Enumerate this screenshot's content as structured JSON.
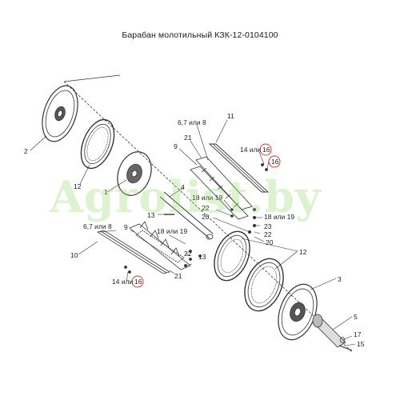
{
  "title": "Барабан молотильный КЗК-12-0104100",
  "watermark": "Agrolist.by",
  "colors": {
    "line": "#333333",
    "highlight": "#d23a3a",
    "watermark": "#96d76e"
  },
  "callouts": {
    "n2": "2",
    "n12a": "12",
    "n1": "1",
    "n4": "4",
    "n678a": "6,7 или 8",
    "n11": "11",
    "n21a": "21",
    "n9a": "9",
    "n14a_prefix": "14 или",
    "n16a": "16",
    "n16b": "16",
    "n18a": "18 или 19",
    "n22a": "22",
    "n20a": "20",
    "n18b": "18 или 19",
    "n23": "23",
    "n22b": "22",
    "n20b": "20",
    "n13a": "13",
    "n678b": "6,7 или 8",
    "n9b": "9",
    "n18c": "18 или 19",
    "n10": "10",
    "n22c": "22",
    "n13b": "13",
    "n21b": "21",
    "n14b_prefix": "14 или",
    "n16c": "16",
    "n12b": "12",
    "n3": "3",
    "n5": "5",
    "n17": "17",
    "n15": "15"
  }
}
